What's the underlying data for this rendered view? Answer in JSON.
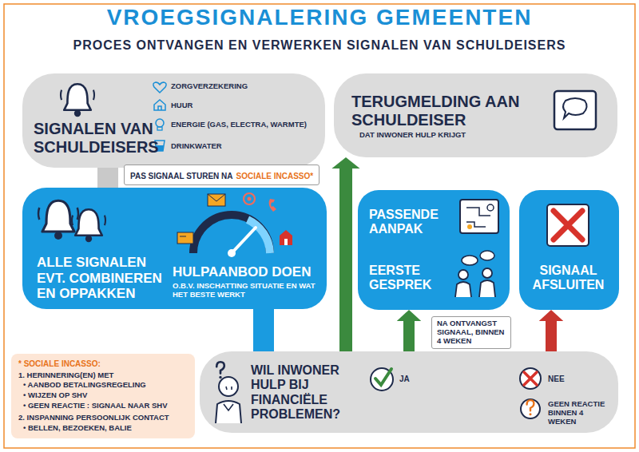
{
  "diagram": {
    "title": "VROEGSIGNALERING GEMEENTEN",
    "nodes": [
      {
        "text": [
          "SIGNALEN VAN SCHULDEISERS",
          "ZORGVERZEKERING",
          "HUUR",
          "ENERGIE (GAS, ELECTRA, WARMTE)",
          "DRINKWATER"
        ]
      },
      {
        "text": [
          "PAS SIGNAAL STUREN NA",
          "SOCIALE INCASSO*"
        ]
      },
      {
        "text": [
          "ALLE SIGNALEN EVT. COMBINEREN EN OPPAKKEN",
          "HULPAANBOD DOEN",
          "O.B.V. INSCHATTING SITUATIE EN WAT HET BESTE WERKT"
        ]
      },
      {
        "text": [
          "TERUGMELDING AAN SCHULDEISER",
          "DAT INWONER HULP KRIJGT"
        ]
      },
      {
        "text": [
          "PASSENDE AANPAK",
          "EERSTE GESPREK"
        ]
      },
      {
        "text": [
          "NA ONTVANGST SIGNAAL, BINNEN 4 WEKEN"
        ]
      },
      {
        "text": [
          "SIGNAAL AFSLUITEN"
        ]
      },
      {
        "text": [
          "WIL INWONER HULP BIJ FINANCIËLE PROBLEMEN?",
          "JA",
          "NEE",
          "GEEN REACTIE BINNEN 4 WEKEN"
        ]
      },
      {
        "text": [
          "* SOCIALE INCASSO:",
          "1. HERINNERING(EN) MET",
          "• AANBOD BETALINGSREGELING",
          "• WIJZEN OP SHV",
          "• GEEN REACTIE : SIGNAAL NAAR SHV",
          "2. INSPANNING PERSOONLIJK CONTACT",
          "• BELLEN, BEZOEKEN, BALIE"
        ]
      }
    ],
    "edges": [
      {
        "from": 0,
        "to": 2,
        "arrow": "none"
      },
      {
        "from": 2,
        "to": 7,
        "arrow": "none"
      },
      {
        "from": 7,
        "to": 3,
        "arrow": "to"
      },
      {
        "from": 7,
        "to": 4,
        "arrow": "to"
      },
      {
        "from": 7,
        "to": 6,
        "arrow": "to"
      }
    ],
    "labels": [
      "PROCES ONTVANGEN EN VERWERKEN SIGNALEN VAN SCHULDEISERS"
    ]
  }
}
